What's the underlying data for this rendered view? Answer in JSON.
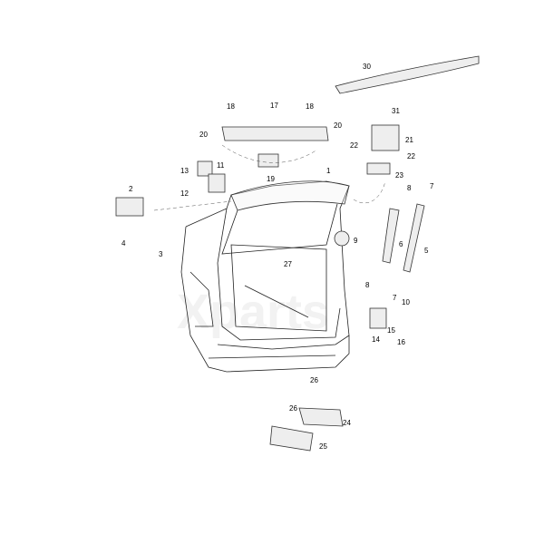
{
  "watermark": "Xparts",
  "callouts": [
    {
      "id": "c30",
      "text": "30"
    },
    {
      "id": "c31",
      "text": "31"
    },
    {
      "id": "c21",
      "text": "21"
    },
    {
      "id": "c22a",
      "text": "22"
    },
    {
      "id": "c22b",
      "text": "22"
    },
    {
      "id": "c23",
      "text": "23"
    },
    {
      "id": "c18a",
      "text": "18"
    },
    {
      "id": "c17",
      "text": "17"
    },
    {
      "id": "c18b",
      "text": "18"
    },
    {
      "id": "c20a",
      "text": "20"
    },
    {
      "id": "c20b",
      "text": "20"
    },
    {
      "id": "c11",
      "text": "11"
    },
    {
      "id": "c13",
      "text": "13"
    },
    {
      "id": "c12",
      "text": "12"
    },
    {
      "id": "c19",
      "text": "19"
    },
    {
      "id": "c1",
      "text": "1"
    },
    {
      "id": "c2",
      "text": "2"
    },
    {
      "id": "c4",
      "text": "4"
    },
    {
      "id": "c3",
      "text": "3"
    },
    {
      "id": "c8a",
      "text": "8"
    },
    {
      "id": "c7a",
      "text": "7"
    },
    {
      "id": "c9",
      "text": "9"
    },
    {
      "id": "c6",
      "text": "6"
    },
    {
      "id": "c5",
      "text": "5"
    },
    {
      "id": "c27",
      "text": "27"
    },
    {
      "id": "c8b",
      "text": "8"
    },
    {
      "id": "c7b",
      "text": "7"
    },
    {
      "id": "c10",
      "text": "10"
    },
    {
      "id": "c14",
      "text": "14"
    },
    {
      "id": "c15",
      "text": "15"
    },
    {
      "id": "c16",
      "text": "16"
    },
    {
      "id": "c26a",
      "text": "26"
    },
    {
      "id": "c26b",
      "text": "26"
    },
    {
      "id": "c24",
      "text": "24"
    },
    {
      "id": "c25",
      "text": "25"
    }
  ]
}
